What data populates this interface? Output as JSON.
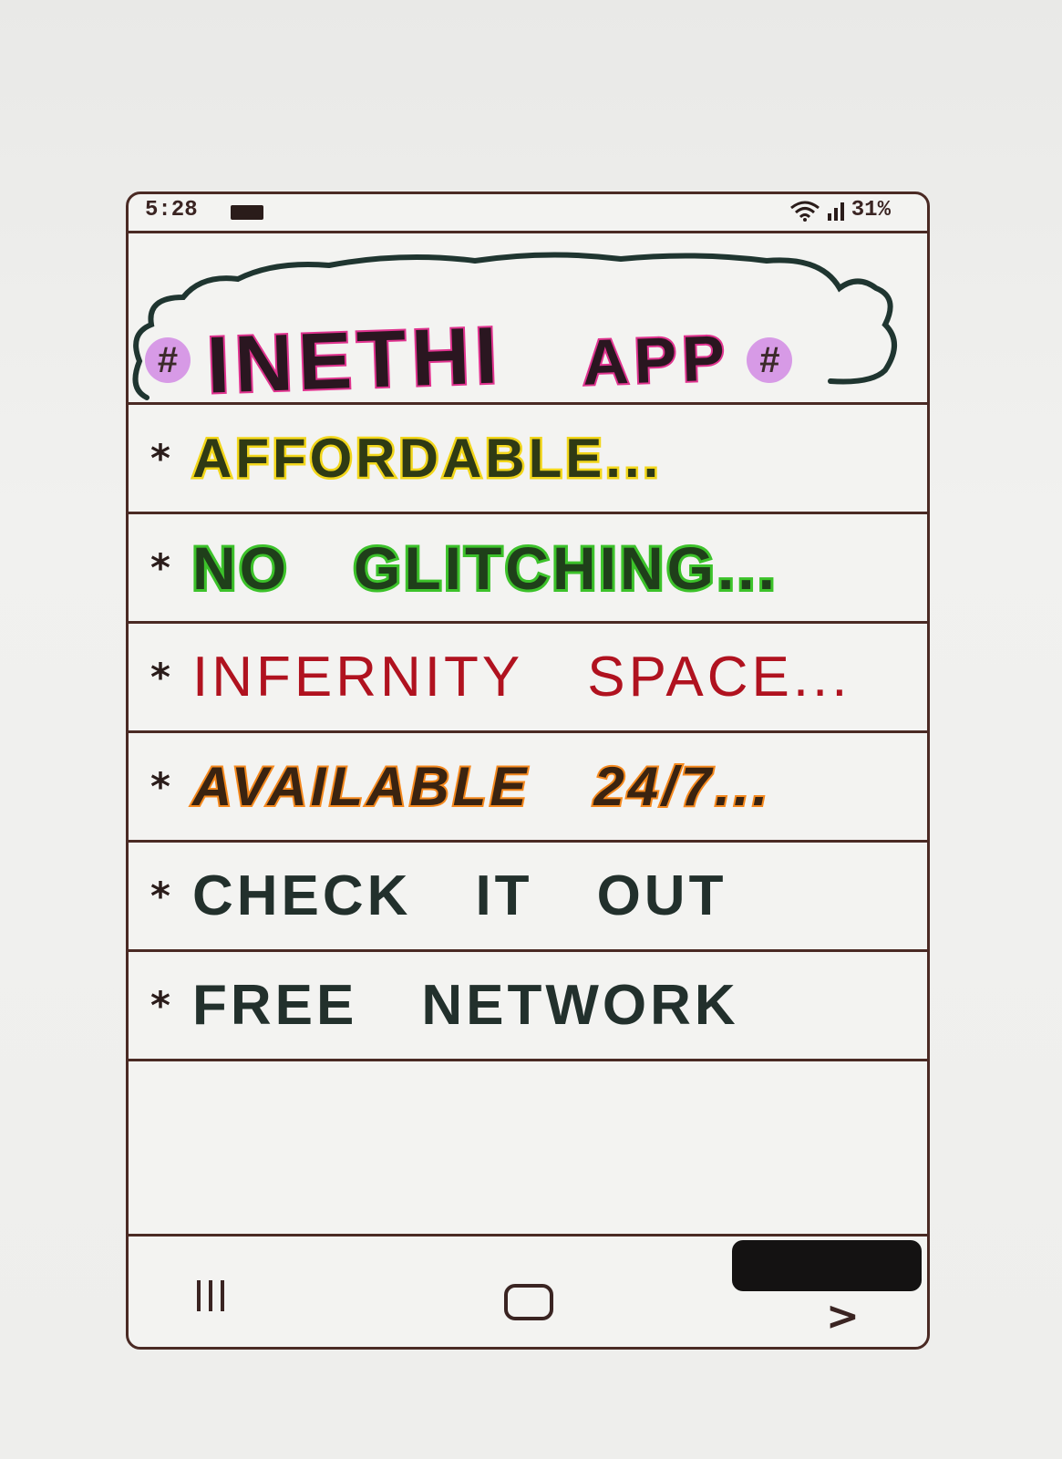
{
  "statusbar": {
    "time": "5:28",
    "battery": "31%"
  },
  "header": {
    "hash_left": "#",
    "title": "INETHI",
    "app": "APP",
    "hash_right": "#"
  },
  "features": [
    {
      "bullet": "*",
      "text": "AFFORDABLE..."
    },
    {
      "bullet": "*",
      "text_a": "NO",
      "text_b": "GLITCHING..."
    },
    {
      "bullet": "*",
      "text_a": "INFERNITY",
      "text_b": "SPACE..."
    },
    {
      "bullet": "*",
      "text_a": "AVAILABLE",
      "text_b": "24/7..."
    },
    {
      "bullet": "*",
      "text_a": "CHECK",
      "text_b": "IT",
      "text_c": "OUT"
    },
    {
      "bullet": "*",
      "text_a": "FREE",
      "text_b": "NETWORK"
    }
  ],
  "colors": {
    "outline": "#4a2a24",
    "title_highlight": "#e0338f",
    "affordable": "#f2d61a",
    "glitching": "#3cc22a",
    "space": "#b0121f",
    "available": "#f5891e"
  },
  "icons": [
    "wifi-icon",
    "signal-icon",
    "recent-apps-icon",
    "home-icon",
    "back-icon"
  ]
}
